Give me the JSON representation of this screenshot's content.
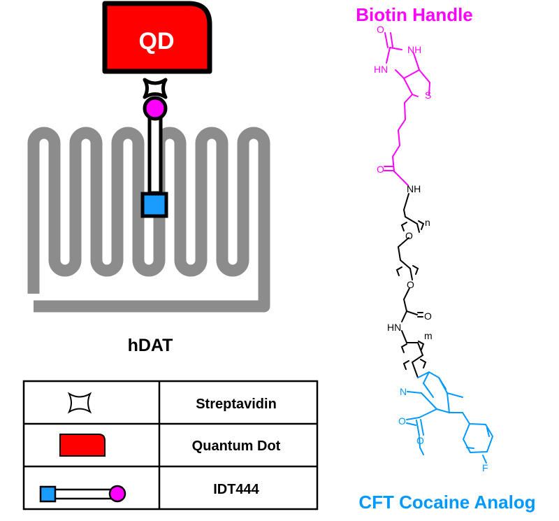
{
  "labels": {
    "qd": "QD",
    "hdat": "hDAT",
    "biotin_handle": "Biotin Handle",
    "cft_analog": "CFT Cocaine  Analog"
  },
  "legend": {
    "rows": [
      {
        "icon": "streptavidin-icon",
        "label": "Streptavidin"
      },
      {
        "icon": "quantum-dot-icon",
        "label": "Quantum Dot"
      },
      {
        "icon": "idt444-icon",
        "label": "IDT444"
      }
    ]
  },
  "chemistry": {
    "atoms": {
      "nh_top": "NH",
      "hn_left": "HN",
      "o_carbonyl_biotin": "O",
      "s": "S",
      "o_amide1": "O",
      "nh_amide1": "NH",
      "n_sub": "n",
      "o_ether1": "O",
      "o_ether2": "O",
      "o_amide2": "O",
      "hn_amide2": "HN",
      "m_sub": "m",
      "n_tropane": "N",
      "o_ester1": "O",
      "o_ester2": "O",
      "f": "F"
    }
  },
  "colors": {
    "quantum_dot": "#ff0000",
    "biotin": "#ff00ff",
    "cft": "#0099ff",
    "membrane": "#8c8c8c",
    "ligand_box": "#1a9cff"
  }
}
